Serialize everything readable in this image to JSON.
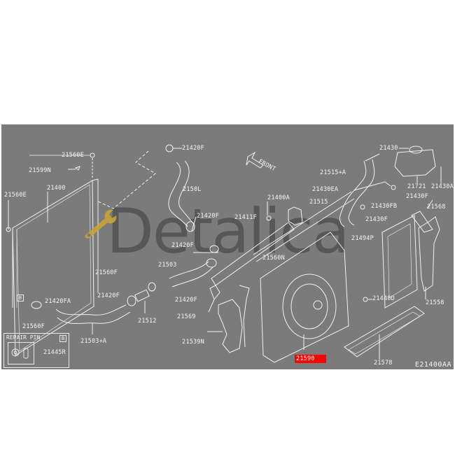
{
  "diagram": {
    "code": "E21400AA",
    "background": "#7b7b7b",
    "line_color": "#f2f2f2",
    "highlight_color": "#ff0000",
    "watermark": {
      "text": "Detalica",
      "icon": "wrench-icon",
      "icon_color": "#c8a33a"
    },
    "direction_label": "FRONT",
    "repair_box": {
      "title": "REPAIR PIN",
      "tag": "B",
      "part": "21445R"
    },
    "b_tag": "B",
    "highlighted_part": "21590",
    "labels": [
      {
        "id": "21560E_top",
        "text": "21560E"
      },
      {
        "id": "21599N",
        "text": "21599N"
      },
      {
        "id": "21400",
        "text": "21400"
      },
      {
        "id": "21560E_left",
        "text": "21560E"
      },
      {
        "id": "21420F_top",
        "text": "21420F"
      },
      {
        "id": "2150L",
        "text": "2150L"
      },
      {
        "id": "21420F_mid",
        "text": "21420F"
      },
      {
        "id": "21420F_mid2",
        "text": "21420F"
      },
      {
        "id": "21411F",
        "text": "21411F"
      },
      {
        "id": "21400A",
        "text": "21400A"
      },
      {
        "id": "21503",
        "text": "21503"
      },
      {
        "id": "21560N",
        "text": "21560N"
      },
      {
        "id": "21560F_mid",
        "text": "21560F"
      },
      {
        "id": "21420F_low",
        "text": "21420F"
      },
      {
        "id": "21420F_low2",
        "text": "21420F"
      },
      {
        "id": "21420FA",
        "text": "21420FA"
      },
      {
        "id": "21512",
        "text": "21512"
      },
      {
        "id": "21560F_low",
        "text": "21560F"
      },
      {
        "id": "21503A",
        "text": "21503+A"
      },
      {
        "id": "21569",
        "text": "21569"
      },
      {
        "id": "21539N",
        "text": "21539N"
      },
      {
        "id": "21430",
        "text": "21430"
      },
      {
        "id": "21515A",
        "text": "21515+A"
      },
      {
        "id": "21430EA",
        "text": "21430EA"
      },
      {
        "id": "21515",
        "text": "21515"
      },
      {
        "id": "21721",
        "text": "21721"
      },
      {
        "id": "21430A",
        "text": "21430A"
      },
      {
        "id": "21430F_right",
        "text": "21430F"
      },
      {
        "id": "21430FB",
        "text": "21430FB"
      },
      {
        "id": "21568",
        "text": "21568"
      },
      {
        "id": "21430F_right2",
        "text": "21430F"
      },
      {
        "id": "21494P",
        "text": "21494P"
      },
      {
        "id": "21440D",
        "text": "21440D"
      },
      {
        "id": "21558",
        "text": "21558"
      },
      {
        "id": "21578",
        "text": "21578"
      }
    ]
  }
}
